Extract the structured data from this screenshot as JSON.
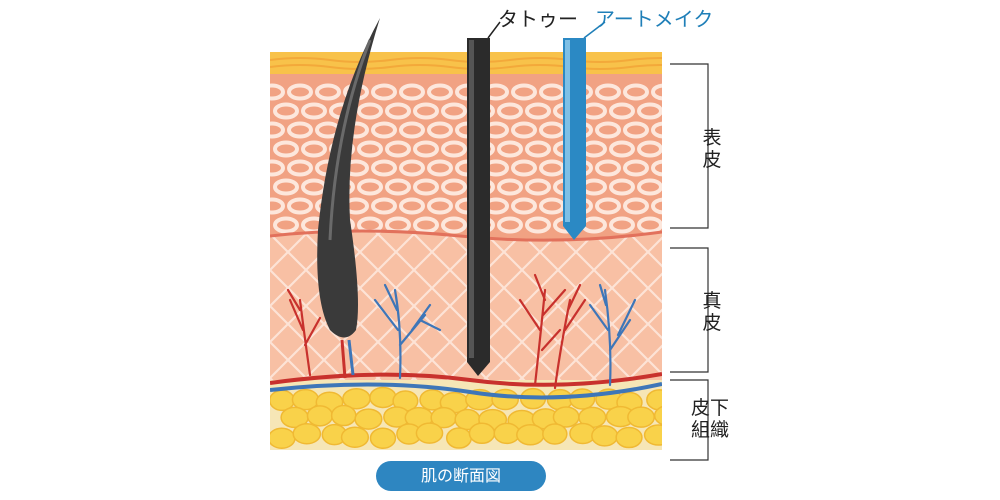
{
  "labels": {
    "tattoo": "タトゥー",
    "art_makeup": "アートメイク",
    "epidermis": "表皮",
    "dermis": "真皮",
    "subcutaneous": "皮下組織"
  },
  "title": "肌の断面図",
  "colors": {
    "surface": "#f8c24a",
    "epidermis": "#f1a283",
    "dermis": "#f8c0a4",
    "fat": "#f9d24a",
    "tattoo_needle": "#2b2b2b",
    "art_makeup_needle": "#2b89c4",
    "artery": "#c8312d",
    "vein": "#3e76b8",
    "title_pill": "#2e86c1"
  },
  "icons": [
    "hair-icon",
    "tattoo-needle-icon",
    "art-makeup-needle-icon",
    "blood-vessel-icon",
    "fat-cell-icon"
  ]
}
